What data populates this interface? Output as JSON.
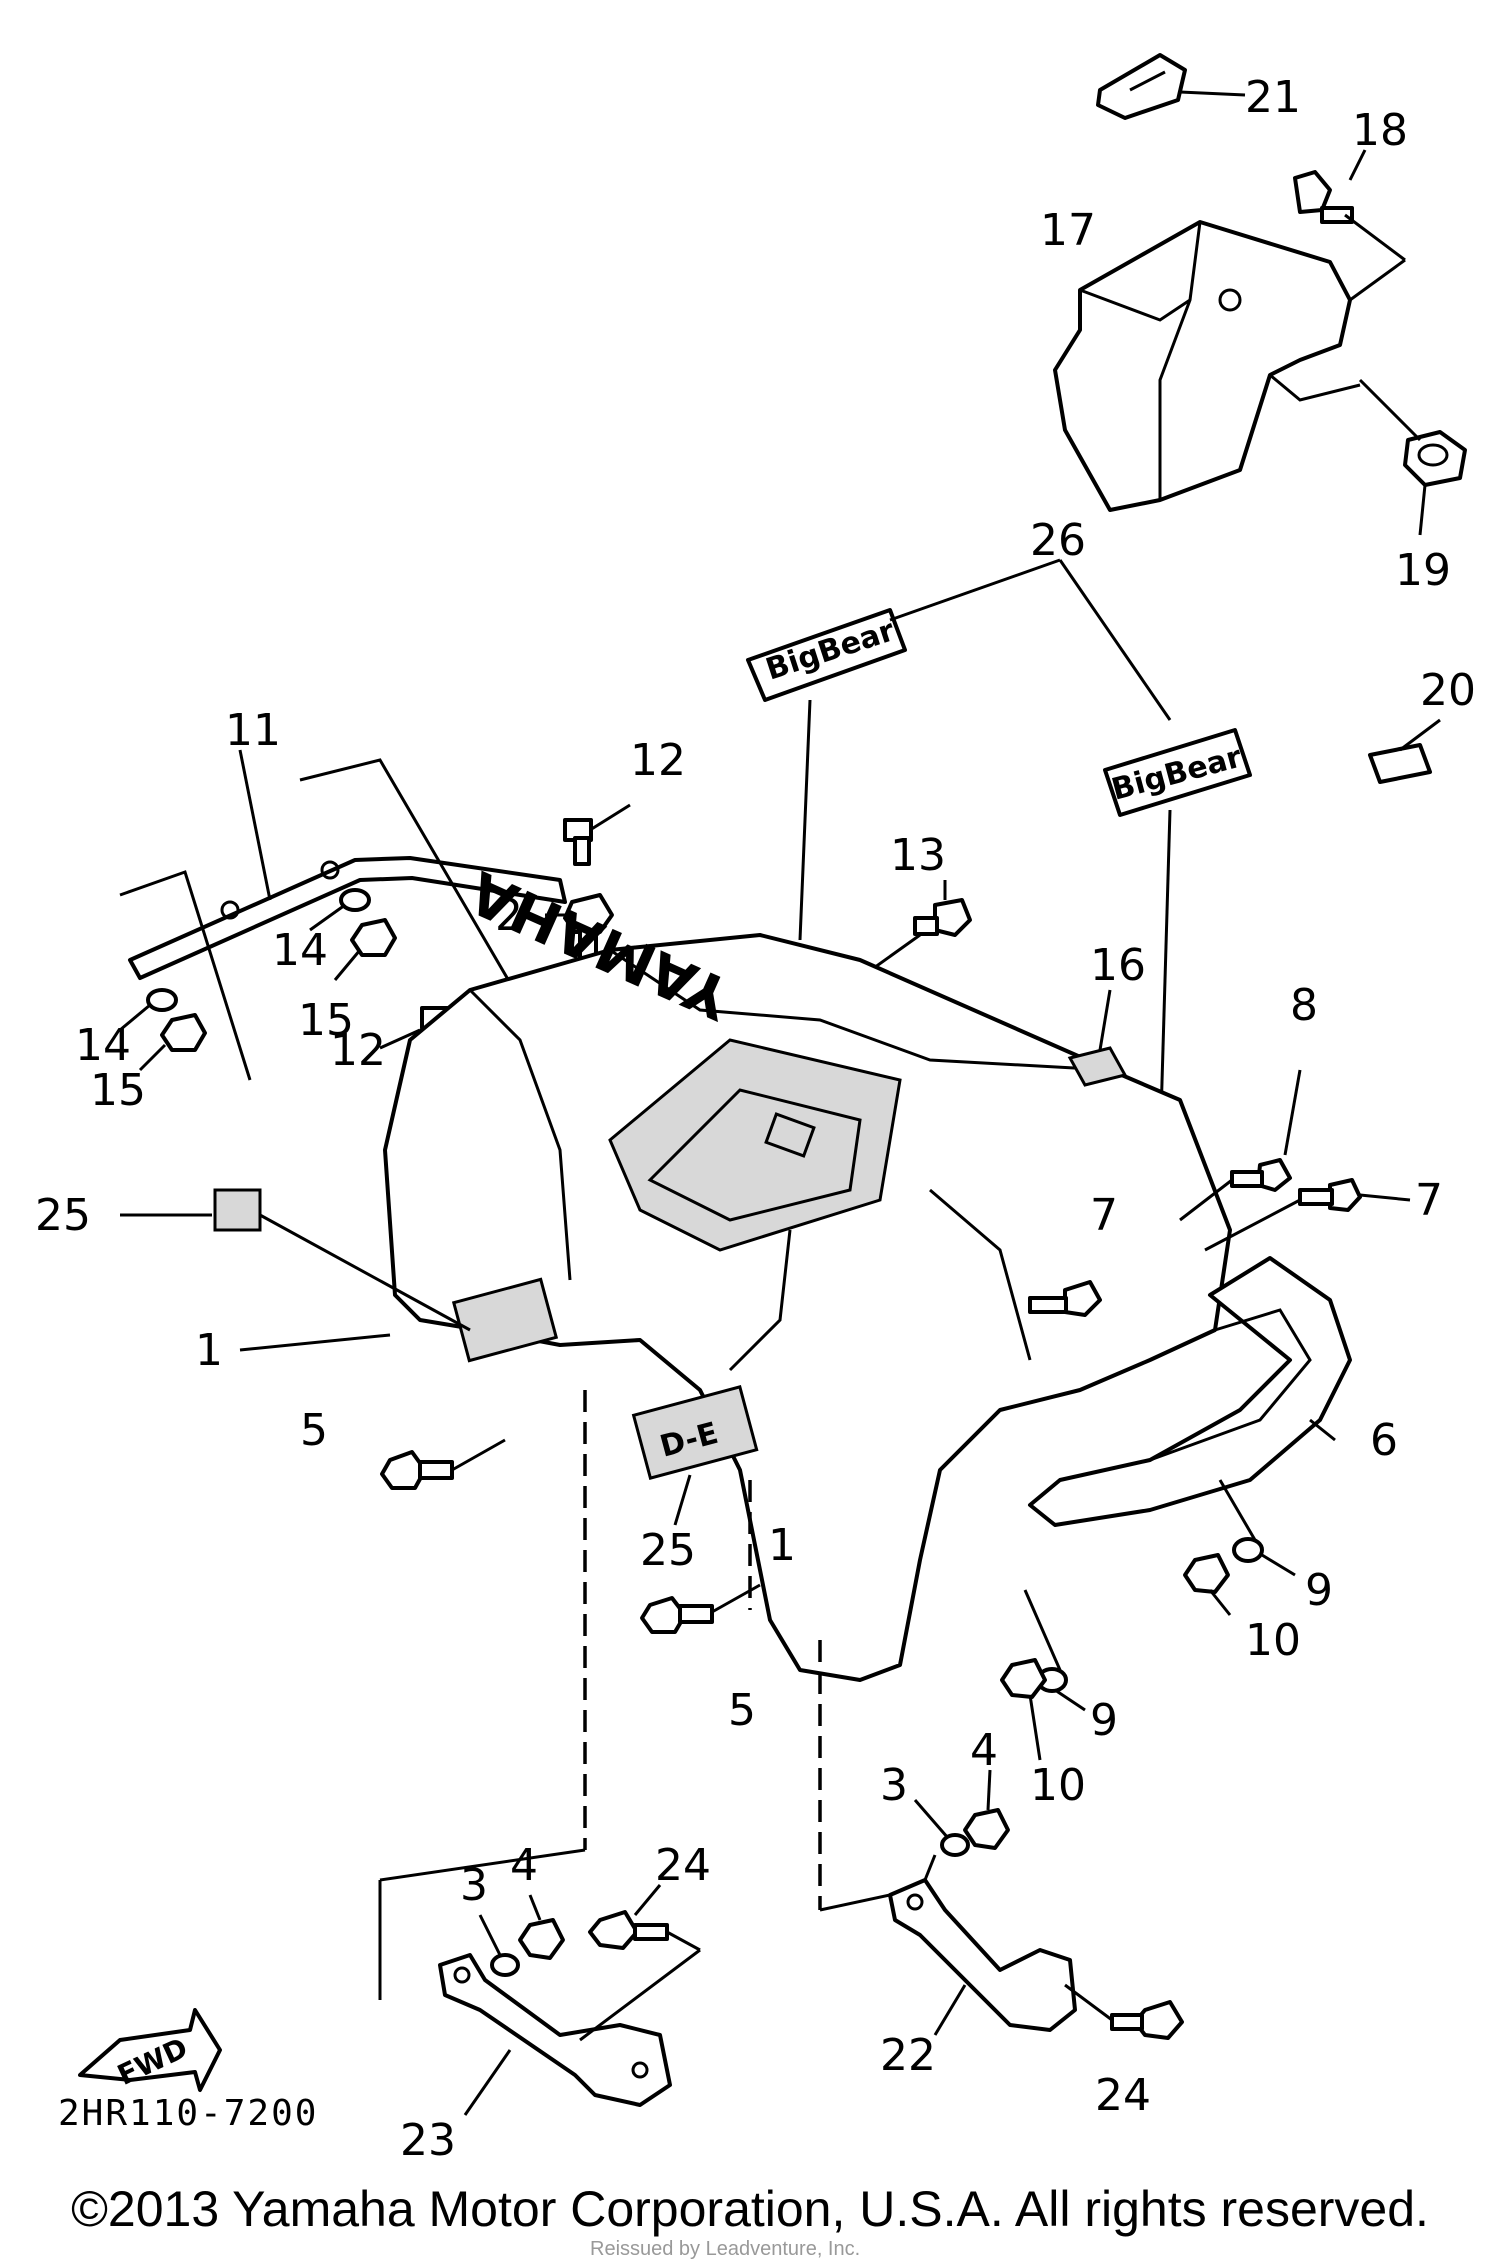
{
  "diagram": {
    "callouts": {
      "c1a": "1",
      "c1b": "1",
      "c2": "2",
      "c3a": "3",
      "c3b": "3",
      "c4a": "4",
      "c4b": "4",
      "c5a": "5",
      "c5b": "5",
      "c6": "6",
      "c7a": "7",
      "c7b": "7",
      "c8": "8",
      "c9a": "9",
      "c9b": "9",
      "c10a": "10",
      "c10b": "10",
      "c11": "11",
      "c12a": "12",
      "c12b": "12",
      "c13": "13",
      "c14a": "14",
      "c14b": "14",
      "c15a": "15",
      "c15b": "15",
      "c16": "16",
      "c17": "17",
      "c18": "18",
      "c19": "19",
      "c20": "20",
      "c21": "21",
      "c22": "22",
      "c23": "23",
      "c24a": "24",
      "c24b": "24",
      "c25a": "25",
      "c25b": "25",
      "c26": "26"
    },
    "brand_text": "YAMAHA",
    "emblem_text": "BigBear",
    "fwd_arrow_text": "FWD",
    "drawing_code": "2HR110-7200",
    "copyright": "©2013 Yamaha Motor Corporation, U.S.A. All rights reserved.",
    "footer_note": "Reissued by Leadventure, Inc."
  }
}
